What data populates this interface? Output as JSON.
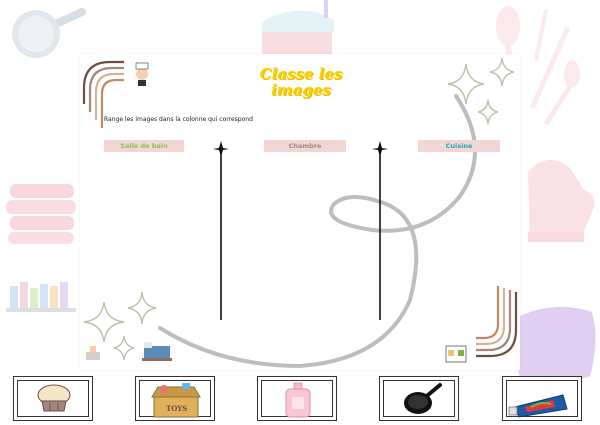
{
  "worksheet": {
    "title": "Classe les images",
    "instruction": "Range les images dans la colonne qui correspond"
  },
  "columns": [
    {
      "label": "Salle de bain",
      "color": "#8bc34a"
    },
    {
      "label": "Chambre",
      "color": "#a1887f"
    },
    {
      "label": "Cuisine",
      "color": "#26a6b5"
    }
  ],
  "cards": [
    {
      "icon": "chef-hat-icon"
    },
    {
      "icon": "toy-chest-icon",
      "text": "TOYS"
    },
    {
      "icon": "perfume-bottle-icon"
    },
    {
      "icon": "frying-pan-icon"
    },
    {
      "icon": "toothpaste-icon"
    }
  ],
  "colors": {
    "title": "#f5d300",
    "column_tag": "#f2d6d6",
    "divider": "#111111",
    "decor_pink": "#f6c9cf"
  }
}
